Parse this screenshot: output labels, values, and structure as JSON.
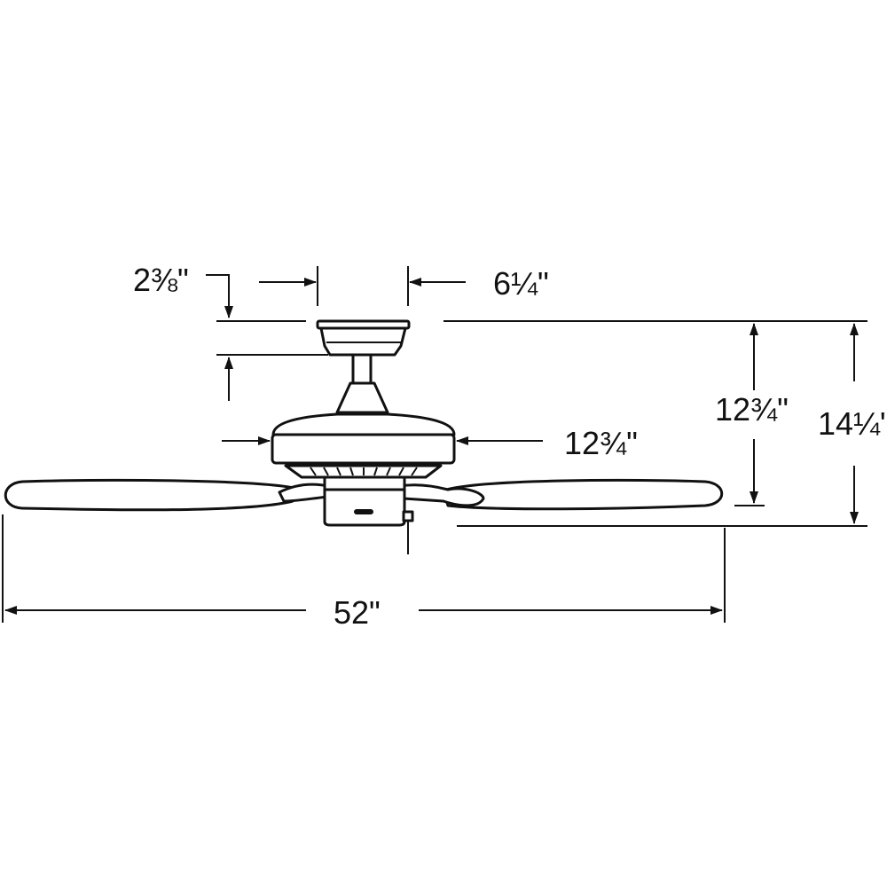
{
  "dimensions": {
    "canopy_height": "2⅜\"",
    "canopy_width": "6¼\"",
    "ceiling_to_blade": "12¾\"",
    "overall_height": "14¼\"",
    "motor_width": "12¾\"",
    "blade_span": "52\""
  },
  "colors": {
    "line": "#111111",
    "background": "#ffffff"
  }
}
